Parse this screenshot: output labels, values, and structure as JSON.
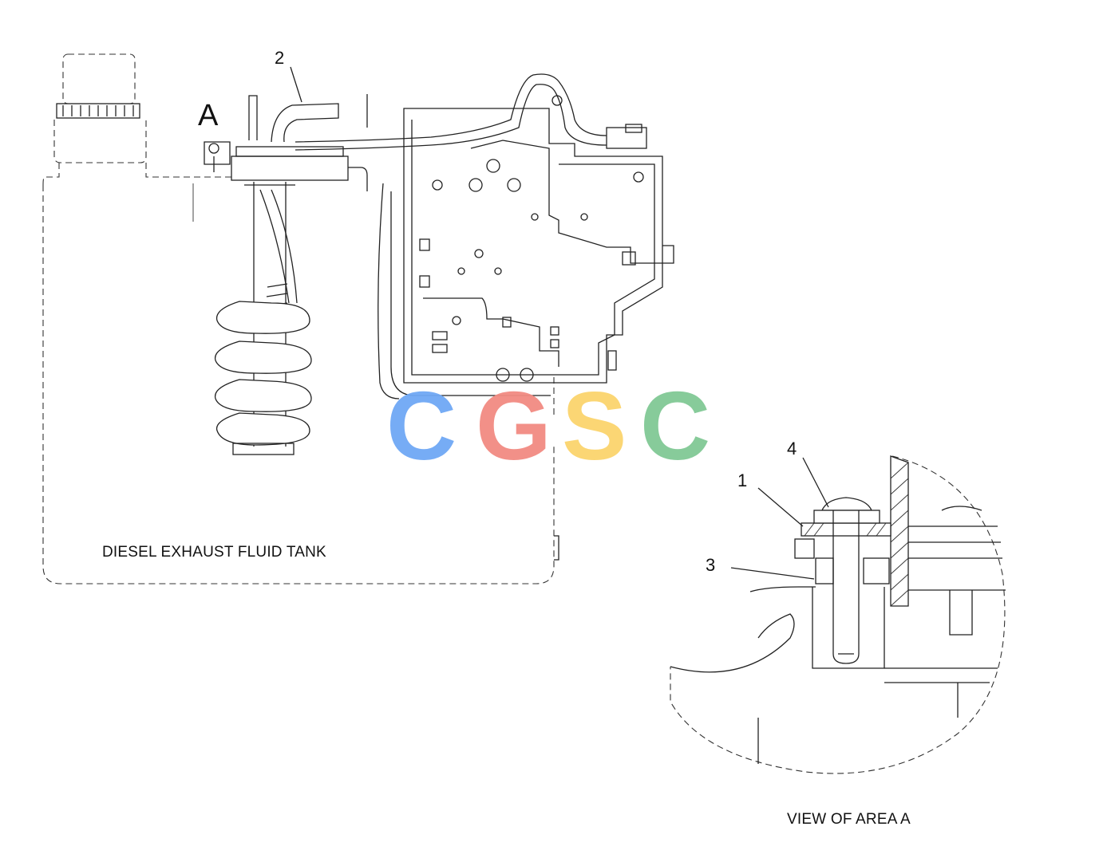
{
  "callouts": {
    "one": "1",
    "two": "2",
    "three": "3",
    "four": "4",
    "area_marker": "A"
  },
  "captions": {
    "tank": "DIESEL EXHAUST FLUID TANK",
    "detail": "VIEW OF AREA A"
  },
  "watermark": {
    "letters": [
      "C",
      "G",
      "S",
      "C"
    ],
    "colors": [
      "#6fa8f5",
      "#f28b82",
      "#fbd46d",
      "#81c995"
    ]
  }
}
